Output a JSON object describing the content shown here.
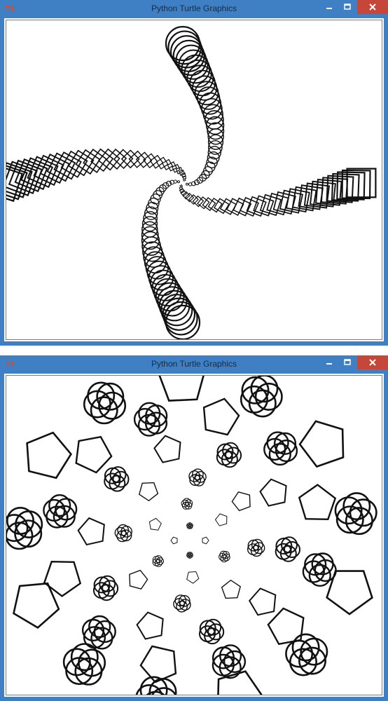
{
  "windows": [
    {
      "title": "Python Turtle Graphics",
      "app_icon": "turtle-graphics-icon",
      "controls": [
        "minimize-icon",
        "maximize-icon",
        "close-icon"
      ],
      "drawing": "spiral of squares and circles"
    },
    {
      "title": "Python Turtle Graphics",
      "app_icon": "turtle-graphics-icon",
      "controls": [
        "minimize-icon",
        "maximize-icon",
        "close-icon"
      ],
      "drawing": "spiral of pentagons and circle flowers"
    }
  ],
  "colors": {
    "titlebar": "#3f7fc4",
    "close_button": "#c7463a",
    "canvas_bg": "#ffffff",
    "stroke": "#111111"
  }
}
